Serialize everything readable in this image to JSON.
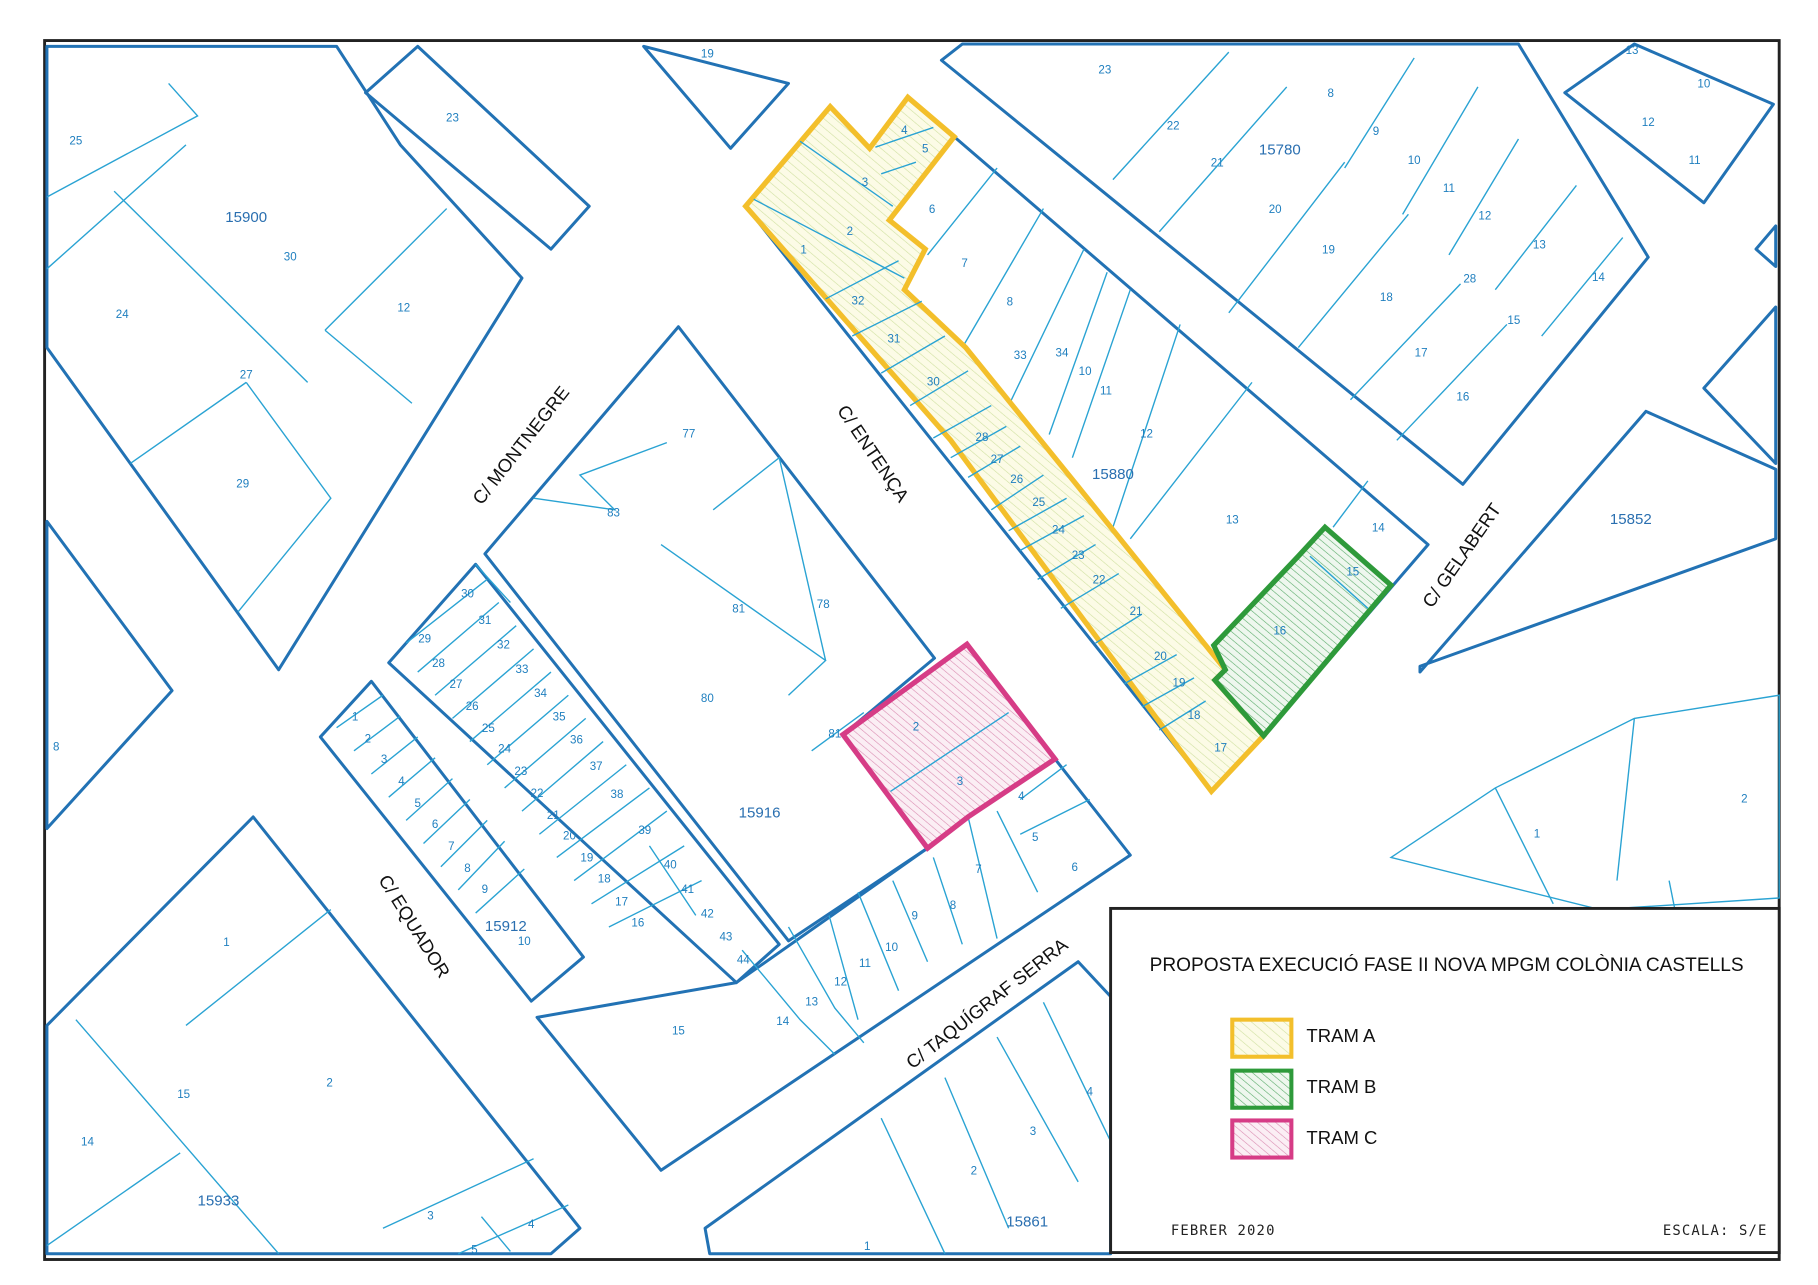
{
  "title": "PROPOSTA EXECUCIÓ FASE II NOVA MPGM COLÒNIA CASTELLS",
  "legend": [
    {
      "label": "TRAM A",
      "color": "#f3bf2b"
    },
    {
      "label": "TRAM B",
      "color": "#2e9a3a"
    },
    {
      "label": "TRAM C",
      "color": "#d63c86"
    }
  ],
  "date": "FEBRER 2020",
  "scale": "ESCALA: S/E",
  "streets": {
    "montnegre": "C/ MONTNEGRE",
    "entenca": "C/ ENTENÇA",
    "gelabert": "C/ GELABERT",
    "equador": "C/ EQUADOR",
    "taquigraf": "C/ TAQUÍGRAF SERRA"
  },
  "colors": {
    "block_line": "#2272b4",
    "parcel_line": "#2aa3d3",
    "label": "#1f7fbf"
  },
  "parcel_labels": [
    "25",
    "23",
    "19",
    "15900",
    "30",
    "12",
    "24",
    "27",
    "29",
    "77",
    "83",
    "81",
    "78",
    "80",
    "81",
    "15916",
    "8",
    "4",
    "5",
    "3",
    "6",
    "2",
    "1",
    "7",
    "32",
    "8",
    "31",
    "33",
    "34",
    "10",
    "30",
    "11",
    "12",
    "28",
    "27",
    "26",
    "15880",
    "25",
    "24",
    "13",
    "14",
    "23",
    "22",
    "15",
    "21",
    "16",
    "20",
    "19",
    "18",
    "17",
    "2",
    "3",
    "4",
    "5",
    "6",
    "7",
    "8",
    "9",
    "10",
    "11",
    "12",
    "13",
    "14",
    "15",
    "23",
    "22",
    "21",
    "15780",
    "8",
    "9",
    "10",
    "11",
    "20",
    "12",
    "13",
    "14",
    "19",
    "28",
    "18",
    "15",
    "17",
    "16",
    "13",
    "10",
    "12",
    "11",
    "15852",
    "1",
    "2",
    "30",
    "31",
    "29",
    "32",
    "28",
    "33",
    "27",
    "34",
    "26",
    "35",
    "25",
    "36",
    "24",
    "37",
    "23",
    "38",
    "22",
    "21",
    "39",
    "20",
    "19",
    "40",
    "18",
    "41",
    "17",
    "42",
    "16",
    "43",
    "44",
    "1",
    "2",
    "3",
    "4",
    "5",
    "6",
    "7",
    "8",
    "9",
    "15912",
    "10",
    "1",
    "2",
    "15",
    "14",
    "15933",
    "3",
    "4",
    "5",
    "4",
    "3",
    "2",
    "15861",
    "1"
  ]
}
